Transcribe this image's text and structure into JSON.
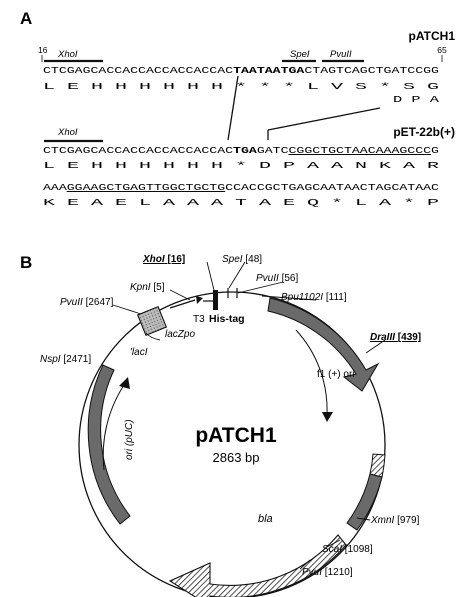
{
  "panel_a": {
    "letter": "A",
    "row1": {
      "construct": "pATCH1",
      "num_start": "16",
      "num_end": "65",
      "xhoi": "XhoI",
      "spei": "SpeI",
      "pvuii": "PvuII",
      "seq_pre": "CTCGAGCACCACCACCACCACCAC",
      "seq_bold": "TAATAATGA",
      "seq_post": "CTAGTCAGCTGATCCGG",
      "aa": "L E H H H H H H * * * L V S * S G",
      "aa_shift": "D P A"
    },
    "row2": {
      "construct": "pET-22b(+)",
      "xhoi": "XhoI",
      "seq_pre": "CTCGAGCACCACCACCACCACCAC",
      "seq_bold": "TGA",
      "seq_mid": "GATC",
      "seq_ul": "CGGCTGCTAACAAAGCCC",
      "seq_end": "G",
      "aa": "L E H H H H H H * D P A A N K A R"
    },
    "row3": {
      "seq_pre": "AAA",
      "seq_ul": "GGAAGCTGAGTTGGCTGCTG",
      "seq_post": "CCACCGCTGAGCAATAACTAGCATAAC",
      "aa": "K E A E L A A A T A E Q * L A * P"
    }
  },
  "panel_b": {
    "letter": "B",
    "plasmid_name": "pATCH1",
    "plasmid_size": "2863 bp",
    "features": {
      "his_tag": "His-tag",
      "t3": "T3",
      "lacZpo": "lacZpo",
      "lacI": "'lacI",
      "f1_ori": "f1 (+) ori",
      "ori_puc": "ori (pUC)",
      "bla": "bla"
    },
    "sites": {
      "xhoi": {
        "name": "XhoI",
        "pos": "[16]"
      },
      "spei": {
        "name": "SpeI",
        "pos": "[48]"
      },
      "pvuii_56": {
        "name": "PvuII",
        "pos": "[56]"
      },
      "bpu": {
        "name": "Bpu1102I",
        "pos": "[111]"
      },
      "kpni": {
        "name": "KpnI",
        "pos": "[5]"
      },
      "pvuii_2647": {
        "name": "PvuII",
        "pos": "[2647]"
      },
      "nspi": {
        "name": "NspI",
        "pos": "[2471]"
      },
      "dralll": {
        "name": "DraIII",
        "pos": "[439]"
      },
      "xmni": {
        "name": "XmnI",
        "pos": "[979]"
      },
      "scai": {
        "name": "ScaI",
        "pos": "[1098]"
      },
      "pvui": {
        "name": "PvuI",
        "pos": "[1210]"
      }
    }
  }
}
